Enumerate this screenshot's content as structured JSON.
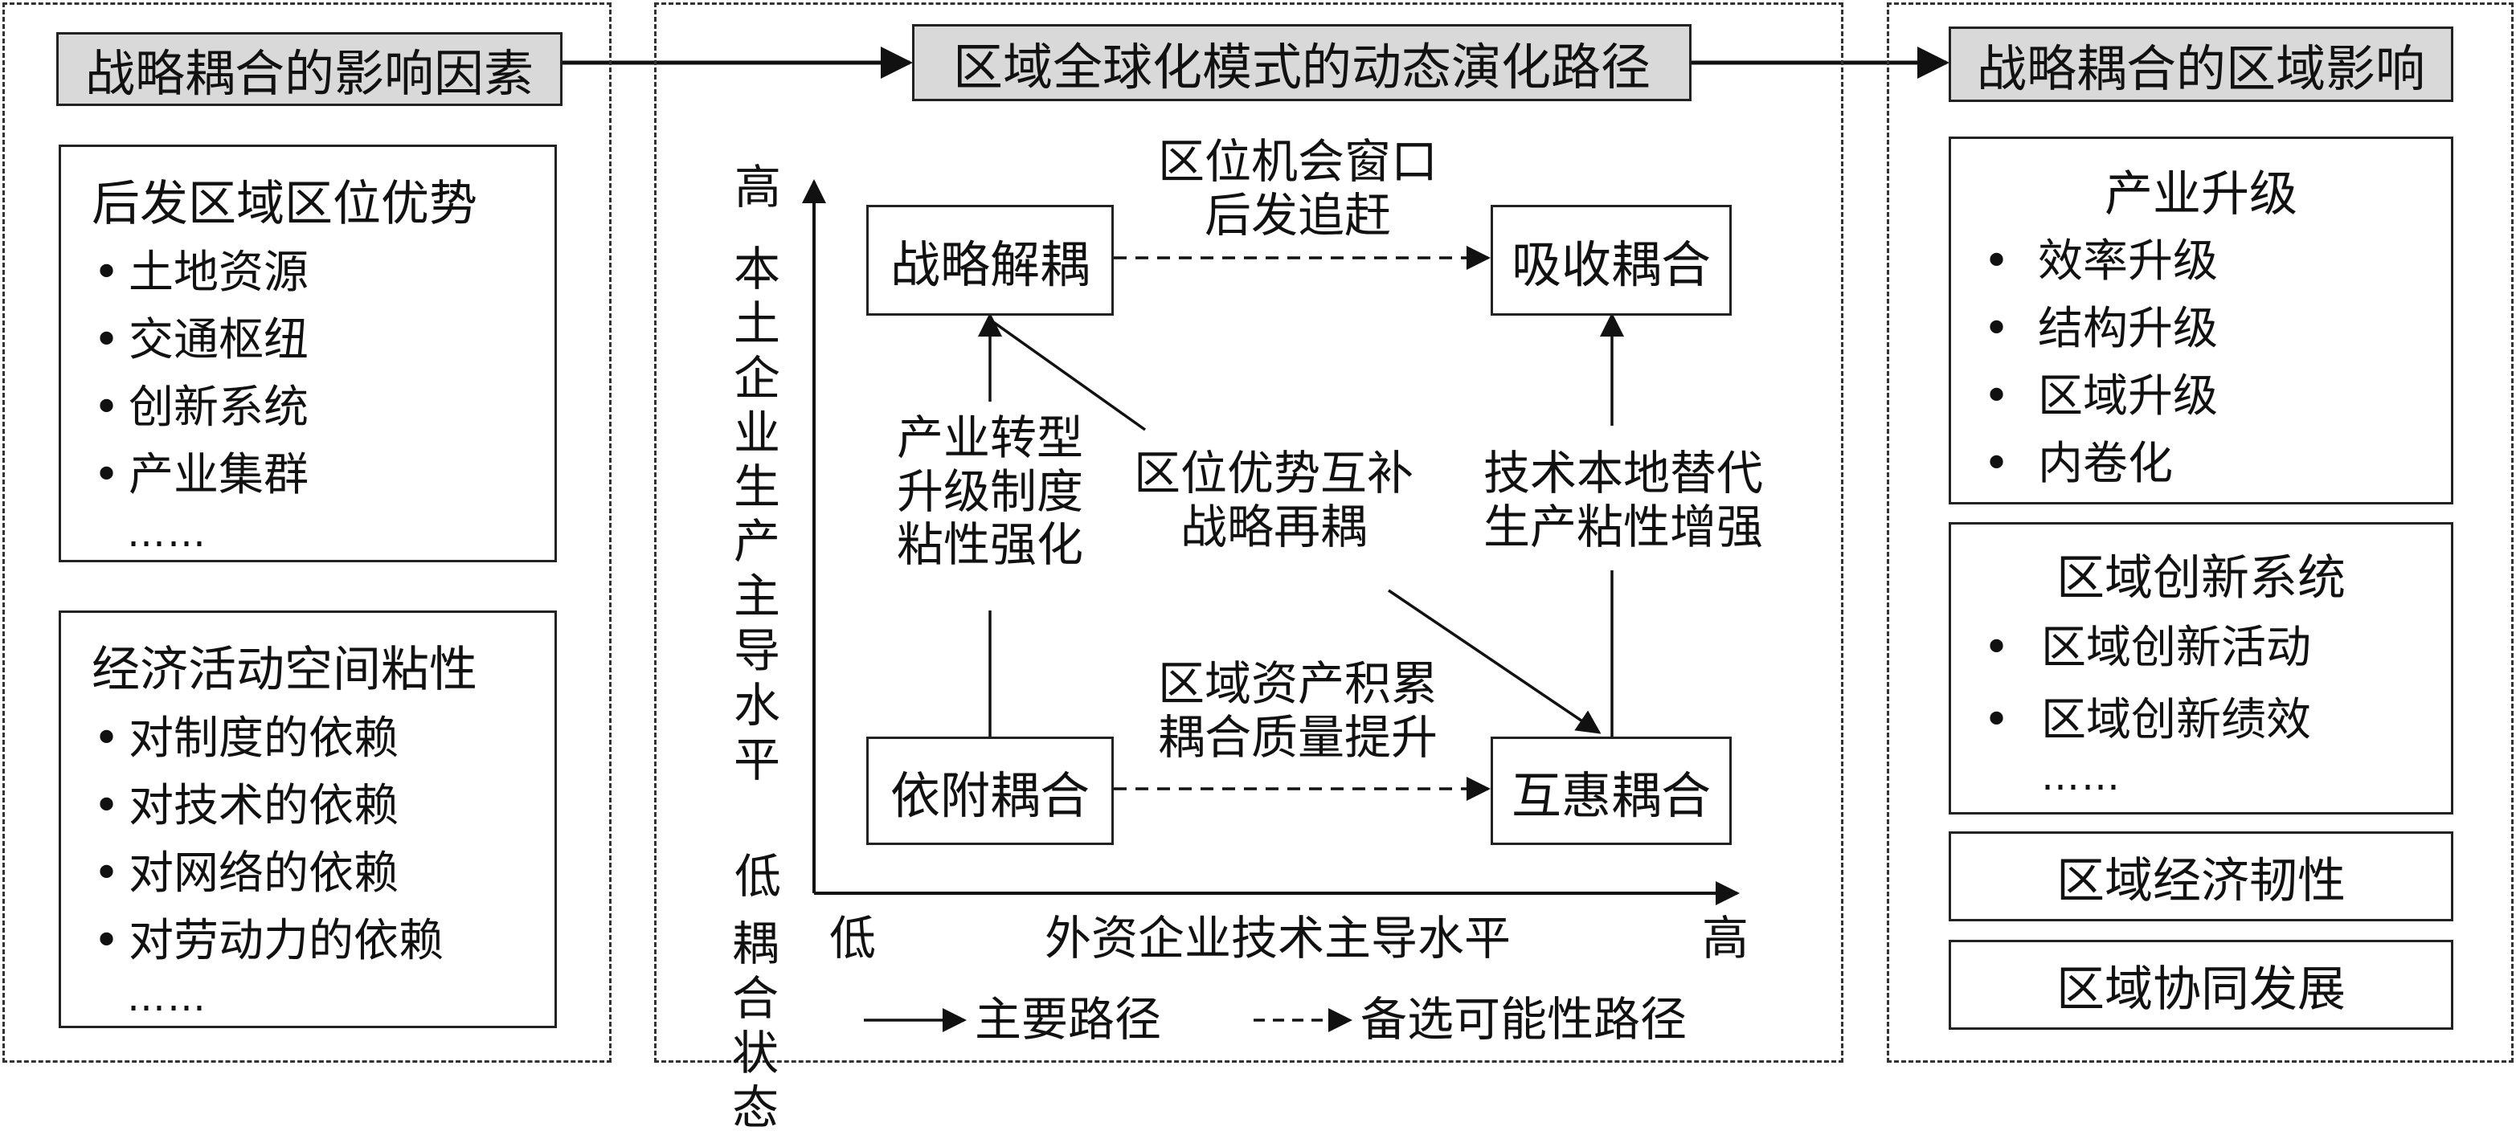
{
  "left": {
    "title": "战略耦合的影响因素",
    "box1": {
      "title": "后发区域区位优势",
      "items": [
        "土地资源",
        "交通枢纽",
        "创新系统",
        "产业集群"
      ],
      "more": "……"
    },
    "box2": {
      "title": "经济活动空间粘性",
      "items": [
        "对制度的依赖",
        "对技术的依赖",
        "对网络的依赖",
        "对劳动力的依赖"
      ],
      "more": "……"
    }
  },
  "middle": {
    "title": "区域全球化模式的动态演化路径",
    "nodes": {
      "top_left": "战略解耦",
      "top_right": "吸收耦合",
      "bottom_left": "依附耦合",
      "bottom_right": "互惠耦合"
    },
    "labels": {
      "top": [
        "区位机会窗口",
        "后发追赶"
      ],
      "left": [
        "产业转型",
        "升级制度",
        "粘性强化"
      ],
      "center": [
        "区位优势互补",
        "战略再耦"
      ],
      "right": [
        "技术本地替代",
        "生产粘性增强"
      ],
      "bottom": [
        "区域资产积累",
        "耦合质量提升"
      ]
    },
    "y_axis": {
      "high": "高",
      "label": "本土企业生产主导水平",
      "low": "低"
    },
    "x_axis": {
      "low": "低",
      "label": "外资企业技术主导水平",
      "high": "高"
    },
    "corner_label": "耦合状态",
    "legend": {
      "main": "主要路径",
      "alt": "备选可能性路径"
    }
  },
  "right": {
    "title": "战略耦合的区域影响",
    "box1": {
      "title": "产业升级",
      "items": [
        "效率升级",
        "结构升级",
        "区域升级",
        "内卷化"
      ]
    },
    "box2": {
      "title": "区域创新系统",
      "items": [
        "区域创新活动",
        "区域创新绩效"
      ],
      "more": "……"
    },
    "box3": {
      "title": "区域经济韧性"
    },
    "box4": {
      "title": "区域协同发展"
    }
  }
}
